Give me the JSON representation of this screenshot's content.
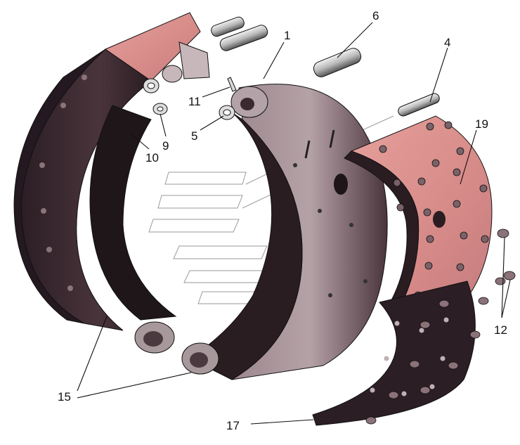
{
  "figure": {
    "callouts": [
      {
        "id": "c1",
        "label": "1"
      },
      {
        "id": "c4",
        "label": "4"
      },
      {
        "id": "c5",
        "label": "5"
      },
      {
        "id": "c6",
        "label": "6"
      },
      {
        "id": "c9",
        "label": "9"
      },
      {
        "id": "c10",
        "label": "10"
      },
      {
        "id": "c11",
        "label": "11"
      },
      {
        "id": "c12",
        "label": "12"
      },
      {
        "id": "c15",
        "label": "15"
      },
      {
        "id": "c17",
        "label": "17"
      },
      {
        "id": "c19",
        "label": "19"
      }
    ],
    "colors": {
      "shoe_dark": "#3a2a30",
      "shoe_mid": "#6b5058",
      "shoe_light": "#a8949a",
      "lining_pink": "#d98f8f",
      "pin_gray": "#bdbdbd",
      "outline": "#111111"
    }
  }
}
